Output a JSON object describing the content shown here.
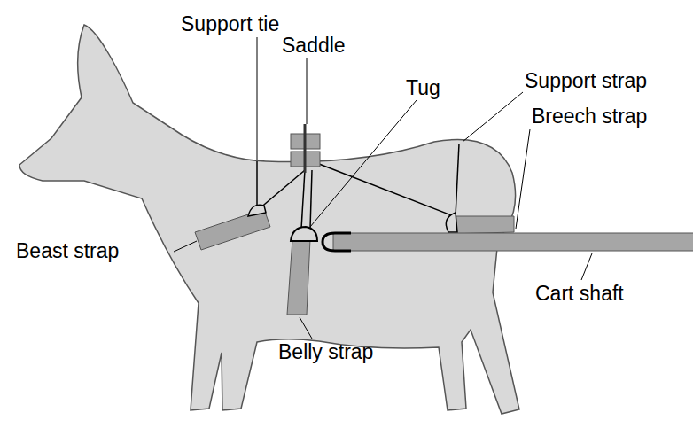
{
  "diagram": {
    "labels": [
      "Support tie",
      "Saddle",
      "Tug",
      "Support strap",
      "Breech strap",
      "Beast strap",
      "Cart shaft",
      "Belly strap"
    ]
  }
}
